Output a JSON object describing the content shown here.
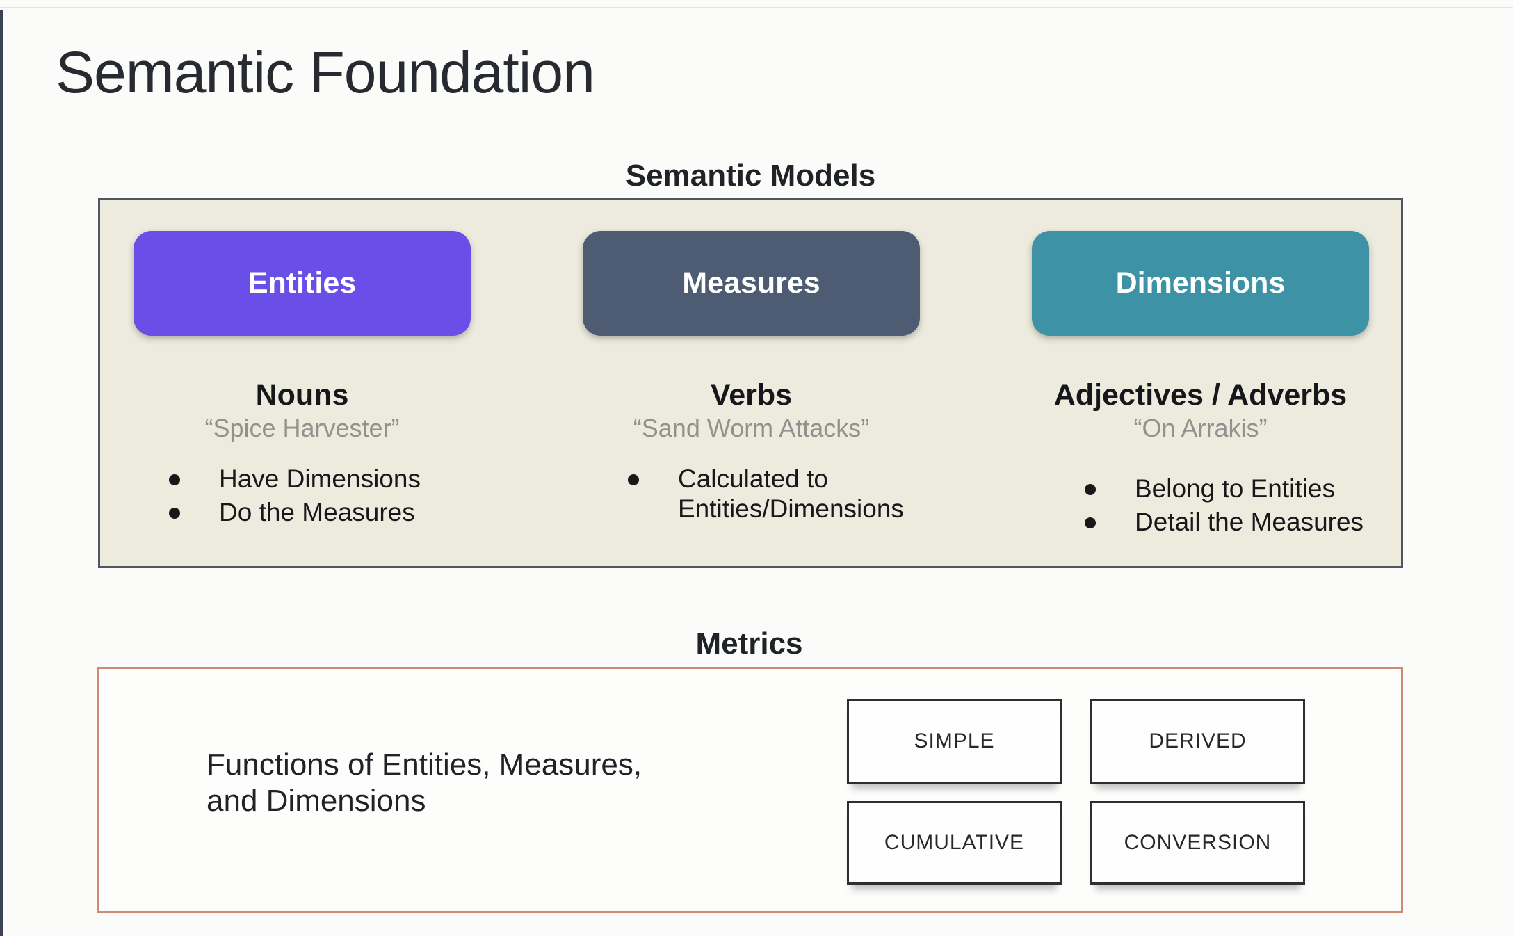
{
  "page": {
    "title": "Semantic Foundation"
  },
  "semantic_models": {
    "heading": "Semantic Models",
    "columns": [
      {
        "pill": "Entities",
        "pill_color": "#6a4ee8",
        "role": "Nouns",
        "example": "“Spice Harvester”",
        "bullets": [
          "Have Dimensions",
          "Do the Measures"
        ]
      },
      {
        "pill": "Measures",
        "pill_color": "#4e5c73",
        "role": "Verbs",
        "example": "“Sand Worm Attacks”",
        "bullets": [
          "Calculated to Entities/Dimensions"
        ]
      },
      {
        "pill": "Dimensions",
        "pill_color": "#3e92a5",
        "role": "Adjectives / Adverbs",
        "example": "“On Arrakis”",
        "bullets": [
          "Belong to Entities",
          "Detail the Measures"
        ]
      }
    ]
  },
  "metrics": {
    "heading": "Metrics",
    "description": "Functions of Entities, Measures,\nand Dimensions",
    "types": [
      "SIMPLE",
      "DERIVED",
      "CUMULATIVE",
      "CONVERSION"
    ]
  },
  "colors": {
    "models_panel_background": "#edebdd",
    "models_panel_border": "#50565c",
    "metrics_panel_border": "#cf8a72",
    "entities_pill": "#6a4ee8",
    "measures_pill": "#4e5c73",
    "dimensions_pill": "#3e92a5",
    "heading_text": "#1f2227",
    "muted_quote_text": "#90928d"
  }
}
